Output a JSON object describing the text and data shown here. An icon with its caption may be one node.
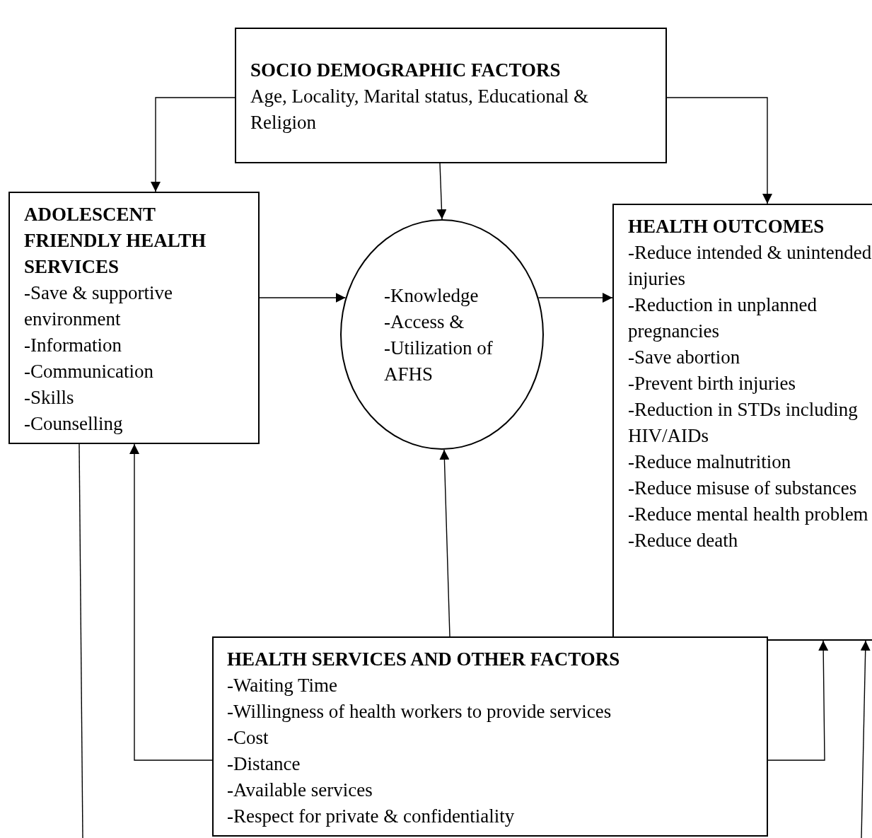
{
  "diagram": {
    "nodes": [
      {
        "text": [
          "SOCIO DEMOGRAPHIC FACTORS",
          "Age, Locality, Marital status, Educational & Religion"
        ]
      },
      {
        "text": [
          "ADOLESCENT FRIENDLY HEALTH SERVICES",
          "-Save & supportive environment",
          "-Information",
          "-Communication",
          "-Skills",
          "-Counselling"
        ]
      },
      {
        "text": [
          "-Knowledge",
          "-Access &",
          "-Utilization of AFHS"
        ]
      },
      {
        "text": [
          "HEALTH OUTCOMES",
          "-Reduce intended & unintended injuries",
          "-Reduction in unplanned pregnancies",
          "-Save abortion",
          "-Prevent birth injuries",
          "-Reduction in STDs including HIV/AIDs",
          "-Reduce malnutrition",
          "-Reduce misuse of substances",
          "-Reduce mental health problem",
          "-Reduce death"
        ]
      },
      {
        "text": [
          "HEALTH SERVICES AND OTHER FACTORS",
          "-Waiting Time",
          "-Willingness of health workers to provide services",
          "-Cost",
          "-Distance",
          "-Available services",
          "-Respect for private & confidentiality"
        ]
      }
    ],
    "edges": [
      {
        "from": 0,
        "to": 1,
        "arrow": "to"
      },
      {
        "from": 0,
        "to": 3,
        "arrow": "to"
      },
      {
        "from": 0,
        "to": 2,
        "arrow": "to"
      },
      {
        "from": 1,
        "to": 2,
        "arrow": "to"
      },
      {
        "from": 2,
        "to": 3,
        "arrow": "to"
      },
      {
        "from": 4,
        "to": 2,
        "arrow": "to"
      },
      {
        "from": 4,
        "to": 1,
        "arrow": "to"
      },
      {
        "from": 4,
        "to": 3,
        "arrow": "to"
      },
      {
        "from": 1,
        "to": null,
        "arrow": "none"
      },
      {
        "from": null,
        "to": 3,
        "arrow": "to"
      }
    ]
  }
}
